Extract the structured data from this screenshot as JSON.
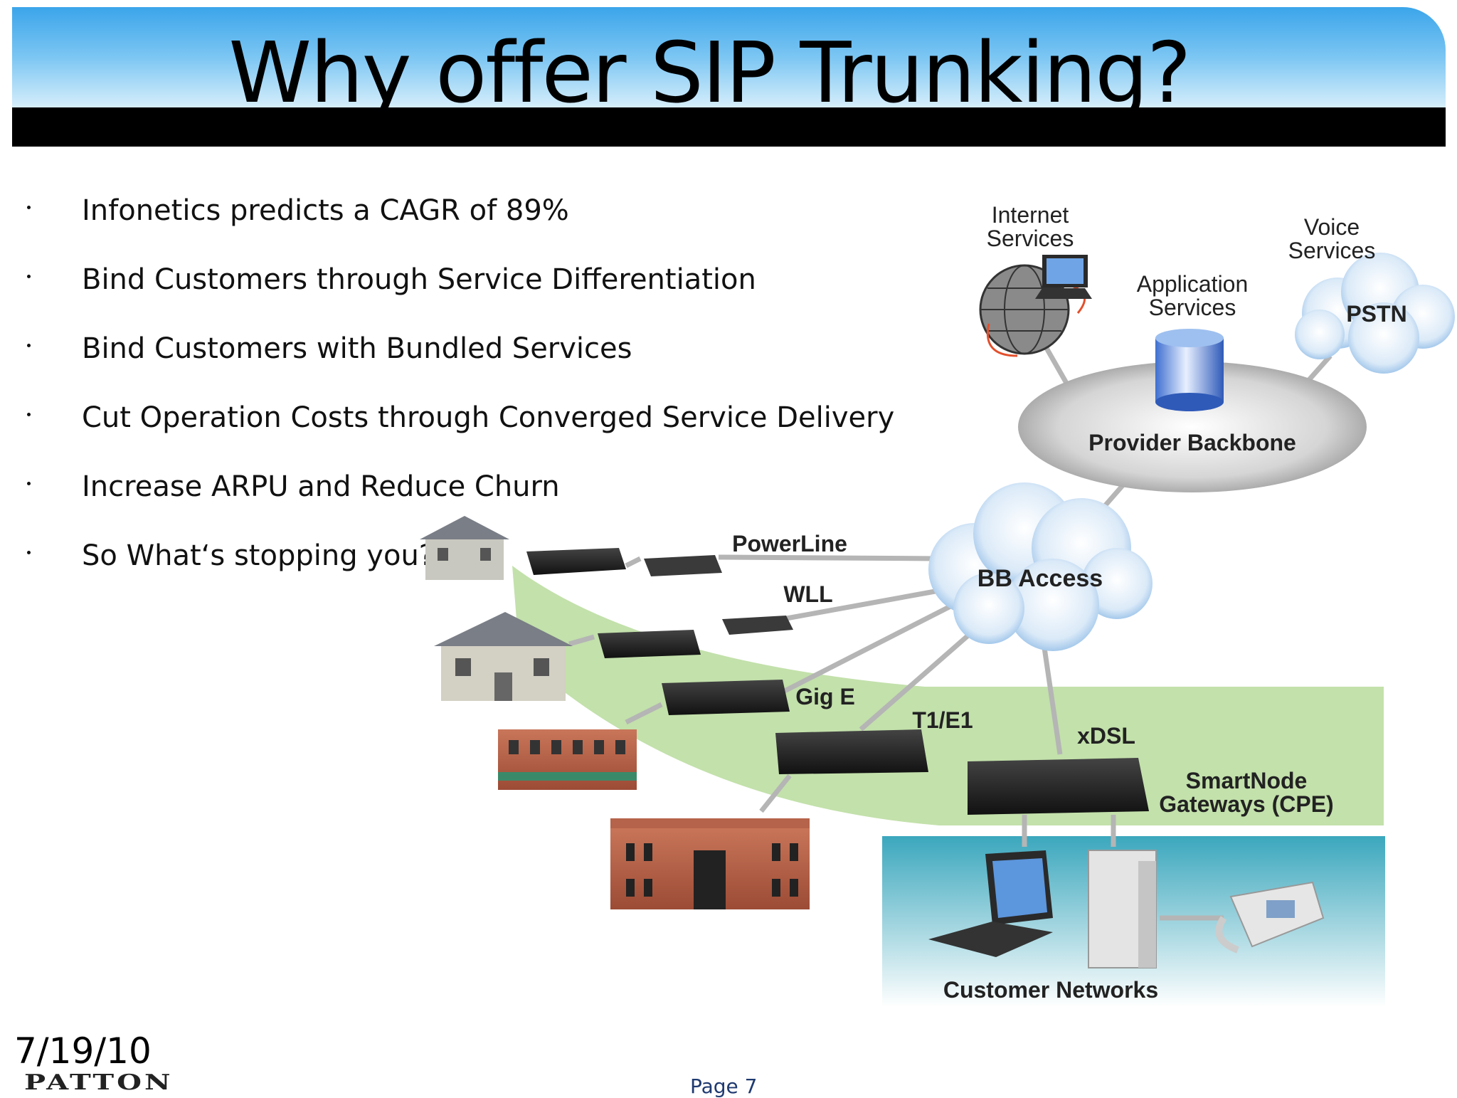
{
  "slide": {
    "title": "Why offer SIP Trunking?",
    "bullets": [
      "Infonetics predicts a CAGR of 89%",
      "Bind Customers through Service Differentiation",
      "Bind Customers with Bundled Services",
      "Cut Operation Costs through Converged Service Delivery",
      "Increase ARPU and Reduce Churn",
      "So What‘s stopping you?"
    ],
    "date": "7/19/10",
    "logo_text": "PATTON",
    "page_label": "Page 7"
  },
  "diagram": {
    "internet_services": [
      "Internet",
      "Services"
    ],
    "application_services": [
      "Application",
      "Services"
    ],
    "voice_services": [
      "Voice",
      "Services"
    ],
    "pstn": "PSTN",
    "provider_backbone": "Provider Backbone",
    "bb_access": "BB Access",
    "powerline": "PowerLine",
    "wll": "WLL",
    "gig_e": "Gig E",
    "t1e1": "T1/E1",
    "xdsl": "xDSL",
    "smartnode": [
      "SmartNode",
      "Gateways (CPE)"
    ],
    "customer_networks": "Customer Networks"
  },
  "colors": {
    "header_top": "#3ba5ea",
    "header_bottom": "#d6eefb",
    "bar": "#000000",
    "band_green": "#b7d99a",
    "customer_teal": "#4fb3c6",
    "cloud_blue": "#a9cdee",
    "page_text": "#1f3a70"
  }
}
